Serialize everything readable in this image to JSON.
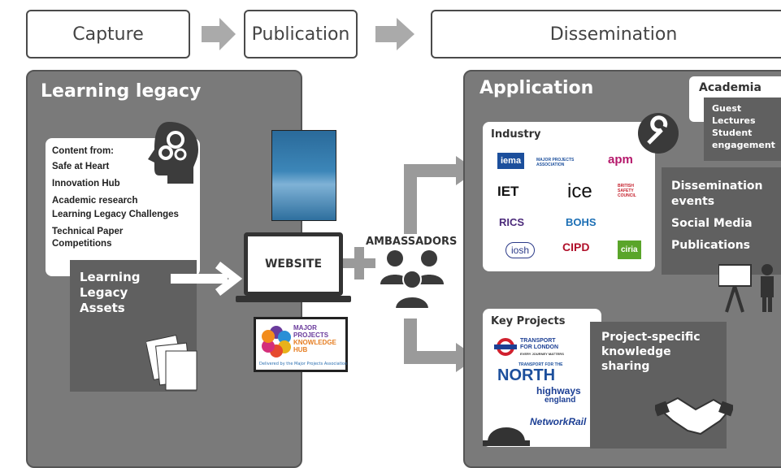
{
  "stages": {
    "capture": "Capture",
    "publication": "Publication",
    "dissemination": "Dissemination"
  },
  "learning_legacy": {
    "title": "Learning legacy",
    "content_heading": "Content from:",
    "content_items": [
      "Safe at Heart",
      "Innovation Hub",
      "Academic research",
      "Learning Legacy Challenges",
      "Technical Paper",
      "Competitions"
    ],
    "assets_label_lines": [
      "Learning",
      "Legacy",
      "Assets"
    ]
  },
  "publication": {
    "website_label": "WEBSITE",
    "hub_logo_lines": [
      "MAJOR",
      "PROJECTS",
      "KNOWLEDGE",
      "HUB"
    ],
    "hub_caption": "Delivered by the Major Projects Association",
    "ambassadors_label": "AMBASSADORS"
  },
  "application": {
    "title": "Application",
    "academia": {
      "title": "Academia",
      "lines": [
        "Guest",
        "Lectures",
        "Student",
        "engagement"
      ]
    },
    "industry": {
      "title": "Industry",
      "logos": [
        "iema",
        "MAJOR PROJECTS ASSOCIATION",
        "apm",
        "IET",
        "ice",
        "BRITISH SAFETY COUNCIL",
        "RICS",
        "BOHS",
        "iosh",
        "CIPD",
        "ciria"
      ]
    },
    "dissemination_card": [
      "Dissemination",
      "events",
      "Social Media",
      "Publications"
    ],
    "key_projects": {
      "title": "Key Projects",
      "logos": [
        "TRANSPORT FOR LONDON",
        "EVERY JOURNEY MATTERS",
        "TRANSPORT FOR THE",
        "NORTH",
        "highways",
        "england",
        "NetworkRail"
      ]
    },
    "project_card": [
      "Project-specific",
      "knowledge",
      "sharing"
    ]
  },
  "colors": {
    "panel": "#7a7a7a",
    "dark_card": "#5a5a5a",
    "arrow": "#9a9a9a"
  }
}
